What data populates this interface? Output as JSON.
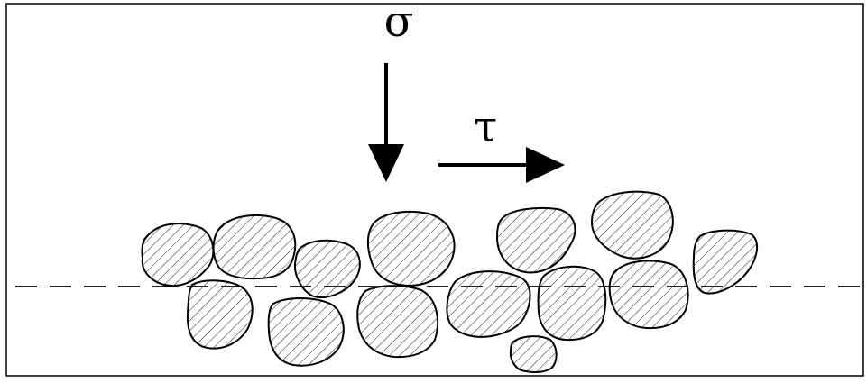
{
  "diagram": {
    "normal_stress_symbol": "σ",
    "shear_stress_symbol": "τ",
    "hatch_color": "#000000",
    "background_color": "#ffffff",
    "shear_plane_style": "dashed"
  }
}
